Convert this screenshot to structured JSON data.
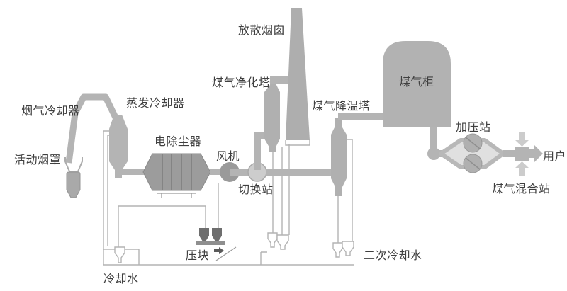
{
  "diagram": {
    "type": "process-flow",
    "subject": "converter flue-gas cleaning and gas recovery system",
    "labels": {
      "flue_gas_cooler": "烟气冷却器",
      "movable_hood": "活动烟罩",
      "evaporative_cooler": "蒸发冷却器",
      "electrostatic_precipitator": "电除尘器",
      "fan": "风机",
      "switch_station": "切换站",
      "vent_stack": "放散烟囱",
      "gas_purification_tower": "煤气净化塔",
      "gas_cooling_tower": "煤气降温塔",
      "gas_holder": "煤气柜",
      "pressurizing_station": "加压站",
      "user": "用户",
      "gas_mixing_station": "煤气混合站",
      "briquetting": "压块",
      "cooling_water": "冷却水",
      "secondary_cooling_water": "二次冷却水"
    },
    "colors": {
      "background": "#ffffff",
      "pipe_gray": "#b4b4b4",
      "vessel_gray": "#b0b0b0",
      "dark_unit_gray": "#9c9c9c",
      "hopper_dark": "#6e6e6e",
      "switch_circle": "#cdcdcd",
      "thin_line": "#b3b3b3",
      "light_arrow": "#cccccc",
      "text": "#3f3f3f"
    }
  }
}
